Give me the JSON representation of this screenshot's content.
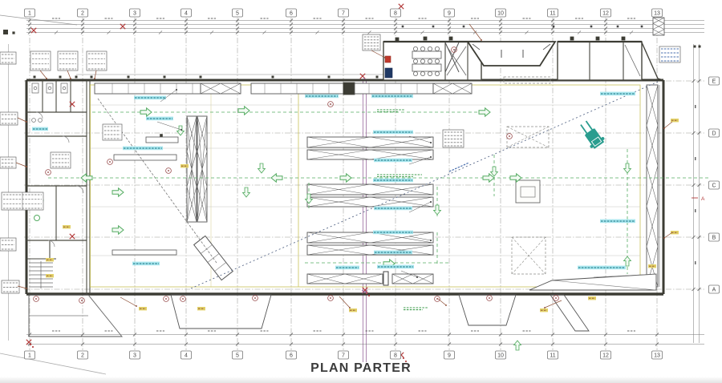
{
  "title": "PLAN PARTER",
  "grid": {
    "columns": [
      "1",
      "2",
      "3",
      "4",
      "5",
      "6",
      "7",
      "8",
      "9",
      "10",
      "11",
      "12",
      "13"
    ],
    "rows": [
      "E",
      "D",
      "C",
      "B",
      "A"
    ]
  },
  "section_marker": "A",
  "colors": {
    "wall": "#3c3c34",
    "line": "#6a6a64",
    "grid": "#9a9a94",
    "green": "#55ac62",
    "olive": "#c9c258",
    "cyan_bg": "#a9e6ee",
    "cyan_ink": "#15707e",
    "yellow": "#e3d269",
    "red": "#b23a3a",
    "brown": "#8a4a30",
    "purple": "#9a6b9e",
    "teal": "#2a9d8f",
    "blue": "#4a6fae"
  }
}
